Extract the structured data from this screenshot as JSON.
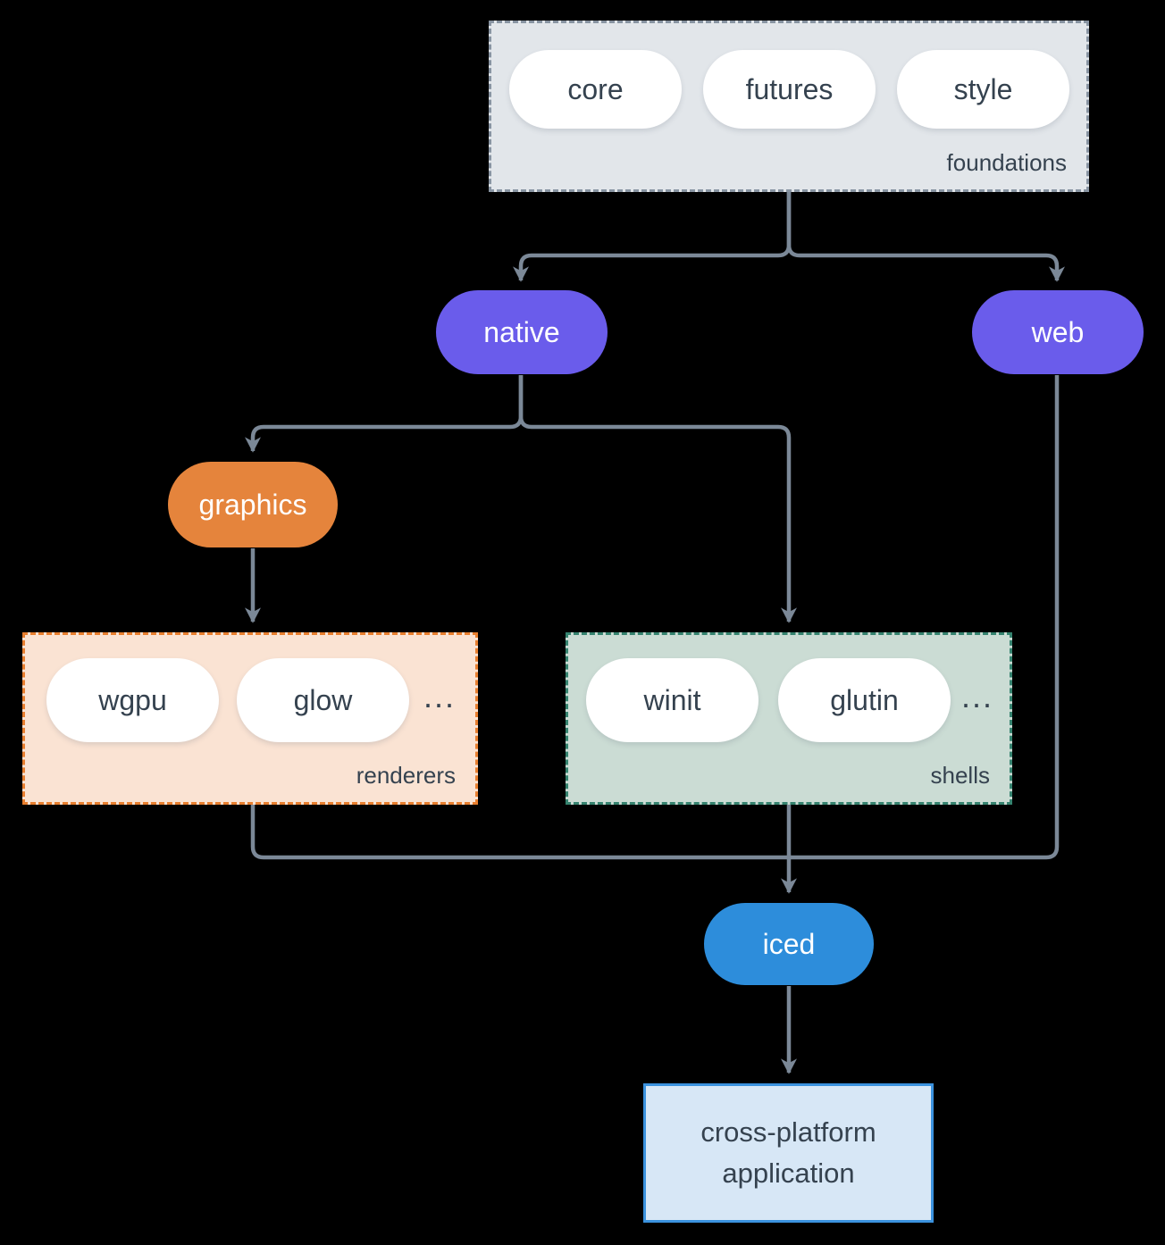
{
  "colors": {
    "background": "#000000",
    "connector": "#7B8897",
    "node_purple": "#6A5CEB",
    "node_orange": "#E5843C",
    "node_blue": "#2D8DDB",
    "pill_bg": "#FFFFFF",
    "pill_text_dark": "#35424F",
    "foundations_bg": "#E2E6EA",
    "foundations_border": "#8894A2",
    "renderers_bg": "#FAE3D3",
    "renderers_border": "#E87F2F",
    "shells_bg": "#CBDCD4",
    "shells_border": "#35836F",
    "app_bg": "#D7E7F6",
    "app_border": "#3B92DE"
  },
  "groups": {
    "foundations": {
      "label": "foundations",
      "items": [
        "core",
        "futures",
        "style"
      ]
    },
    "renderers": {
      "label": "renderers",
      "items": [
        "wgpu",
        "glow"
      ],
      "ellipsis": "..."
    },
    "shells": {
      "label": "shells",
      "items": [
        "winit",
        "glutin"
      ],
      "ellipsis": "..."
    }
  },
  "nodes": {
    "native": "native",
    "web": "web",
    "graphics": "graphics",
    "iced": "iced",
    "application": "cross-platform application"
  }
}
